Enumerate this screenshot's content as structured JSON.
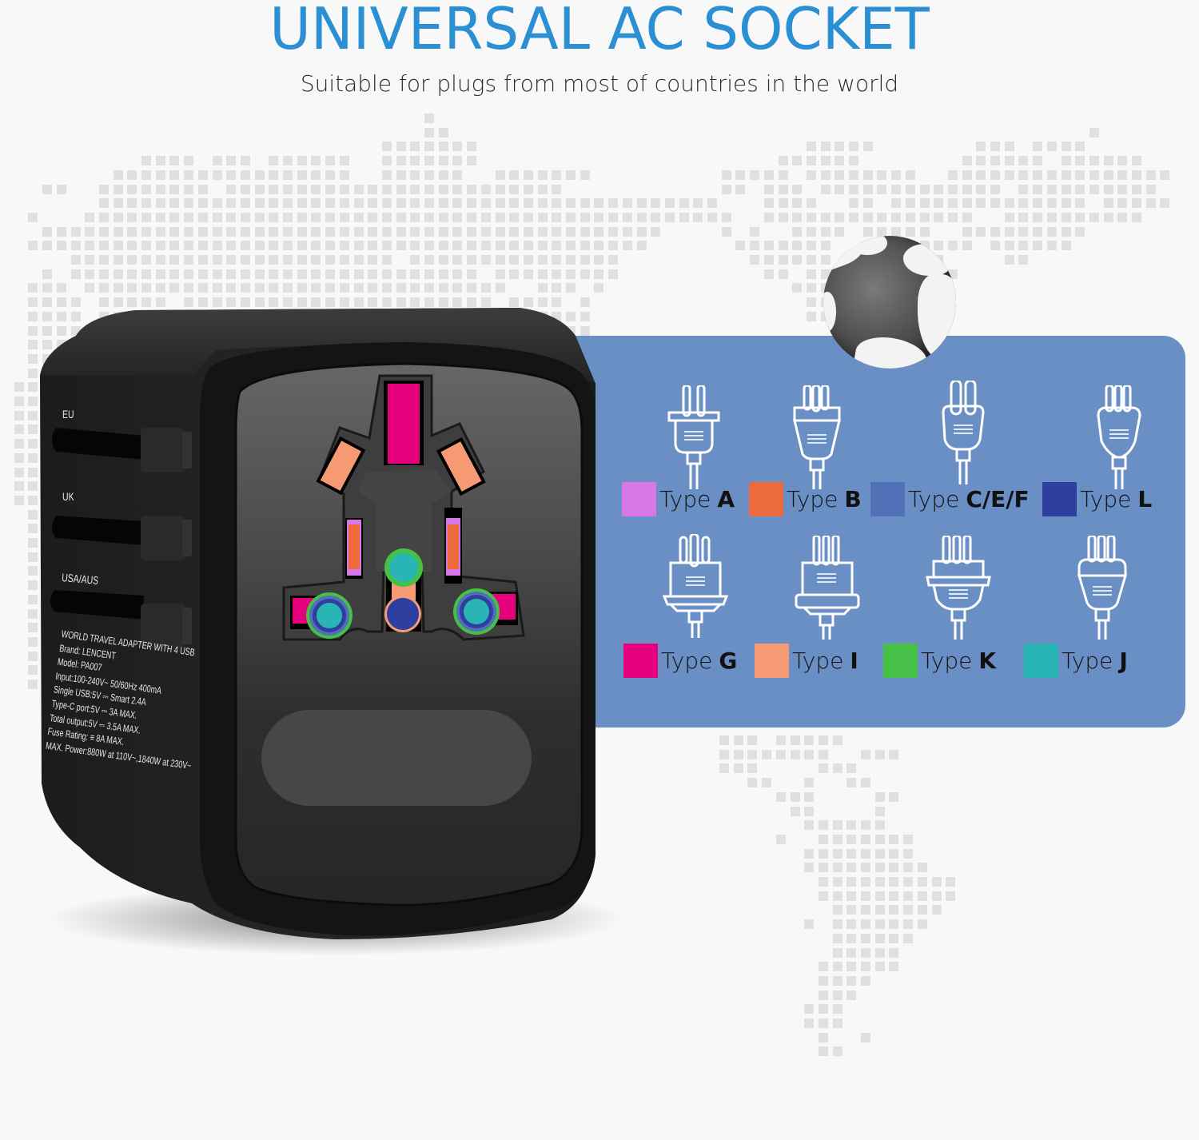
{
  "header": {
    "title": "UNIVERSAL AC SOCKET",
    "subtitle": "Suitable for plugs from most of countries in the world"
  },
  "colors": {
    "title": "#2b8fd3",
    "panel": "#6a8fc4",
    "background": "#f8f8f8",
    "map_dot": "#e0e0e0"
  },
  "adapter": {
    "side_labels": [
      "EU",
      "UK",
      "USA/AUS"
    ],
    "spec_lines": [
      "WORLD TRAVEL ADAPTER WITH 4 USB",
      "Brand: LENCENT",
      "Model: PA007",
      "Input:100-240V~ 50/60Hz  400mA",
      "Single USB:5V ⎓ Smart 2.4A",
      "Type-C port:5V ⎓ 3A MAX.",
      "Total output:5V ⎓ 3.5A MAX.",
      "Fuse Rating: ≡ 8A MAX.",
      "MAX. Power:880W at 110V~,1840W at 230V~"
    ]
  },
  "plug_types": [
    {
      "prefix": "Type",
      "code": "A",
      "color": "#d878e8",
      "icon": "plug-type-a-icon"
    },
    {
      "prefix": "Type",
      "code": "B",
      "color": "#ec6a3e",
      "icon": "plug-type-b-icon"
    },
    {
      "prefix": "Type",
      "code": "C/E/F",
      "color": "#5270b8",
      "icon": "plug-type-cef-icon"
    },
    {
      "prefix": "Type",
      "code": "L",
      "color": "#2e3fa0",
      "icon": "plug-type-l-icon"
    },
    {
      "prefix": "Type",
      "code": "G",
      "color": "#e6007e",
      "icon": "plug-type-g-icon"
    },
    {
      "prefix": "Type",
      "code": "I",
      "color": "#f59a72",
      "icon": "plug-type-i-icon"
    },
    {
      "prefix": "Type",
      "code": "K",
      "color": "#46c046",
      "icon": "plug-type-k-icon"
    },
    {
      "prefix": "Type",
      "code": "J",
      "color": "#2ab5b5",
      "icon": "plug-type-j-icon"
    }
  ]
}
